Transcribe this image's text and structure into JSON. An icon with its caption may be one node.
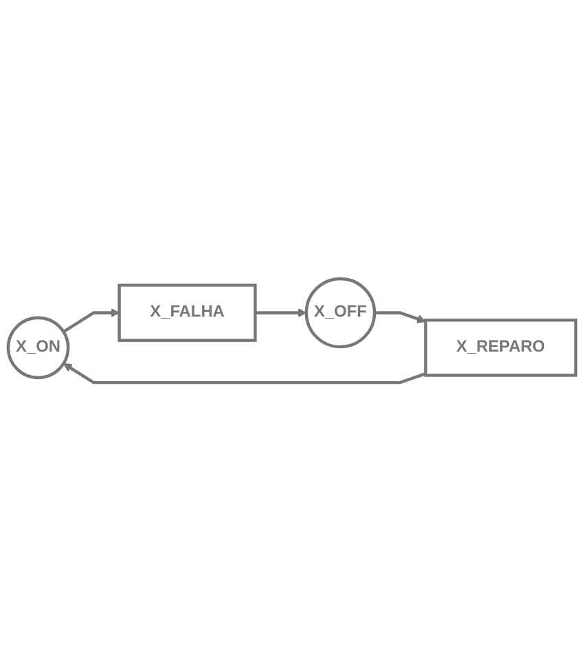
{
  "diagram": {
    "nodes": [
      {
        "text": [
          "X_ON"
        ]
      },
      {
        "text": [
          "X_FALHA"
        ]
      },
      {
        "text": [
          "X_OFF"
        ]
      },
      {
        "text": [
          "X_REPARO"
        ]
      }
    ],
    "edges": [
      {
        "from": 0,
        "to": 1,
        "arrow": "to"
      },
      {
        "from": 1,
        "to": 2,
        "arrow": "to"
      },
      {
        "from": 2,
        "to": 3,
        "arrow": "to"
      },
      {
        "from": 3,
        "to": 0,
        "arrow": "to"
      }
    ]
  }
}
